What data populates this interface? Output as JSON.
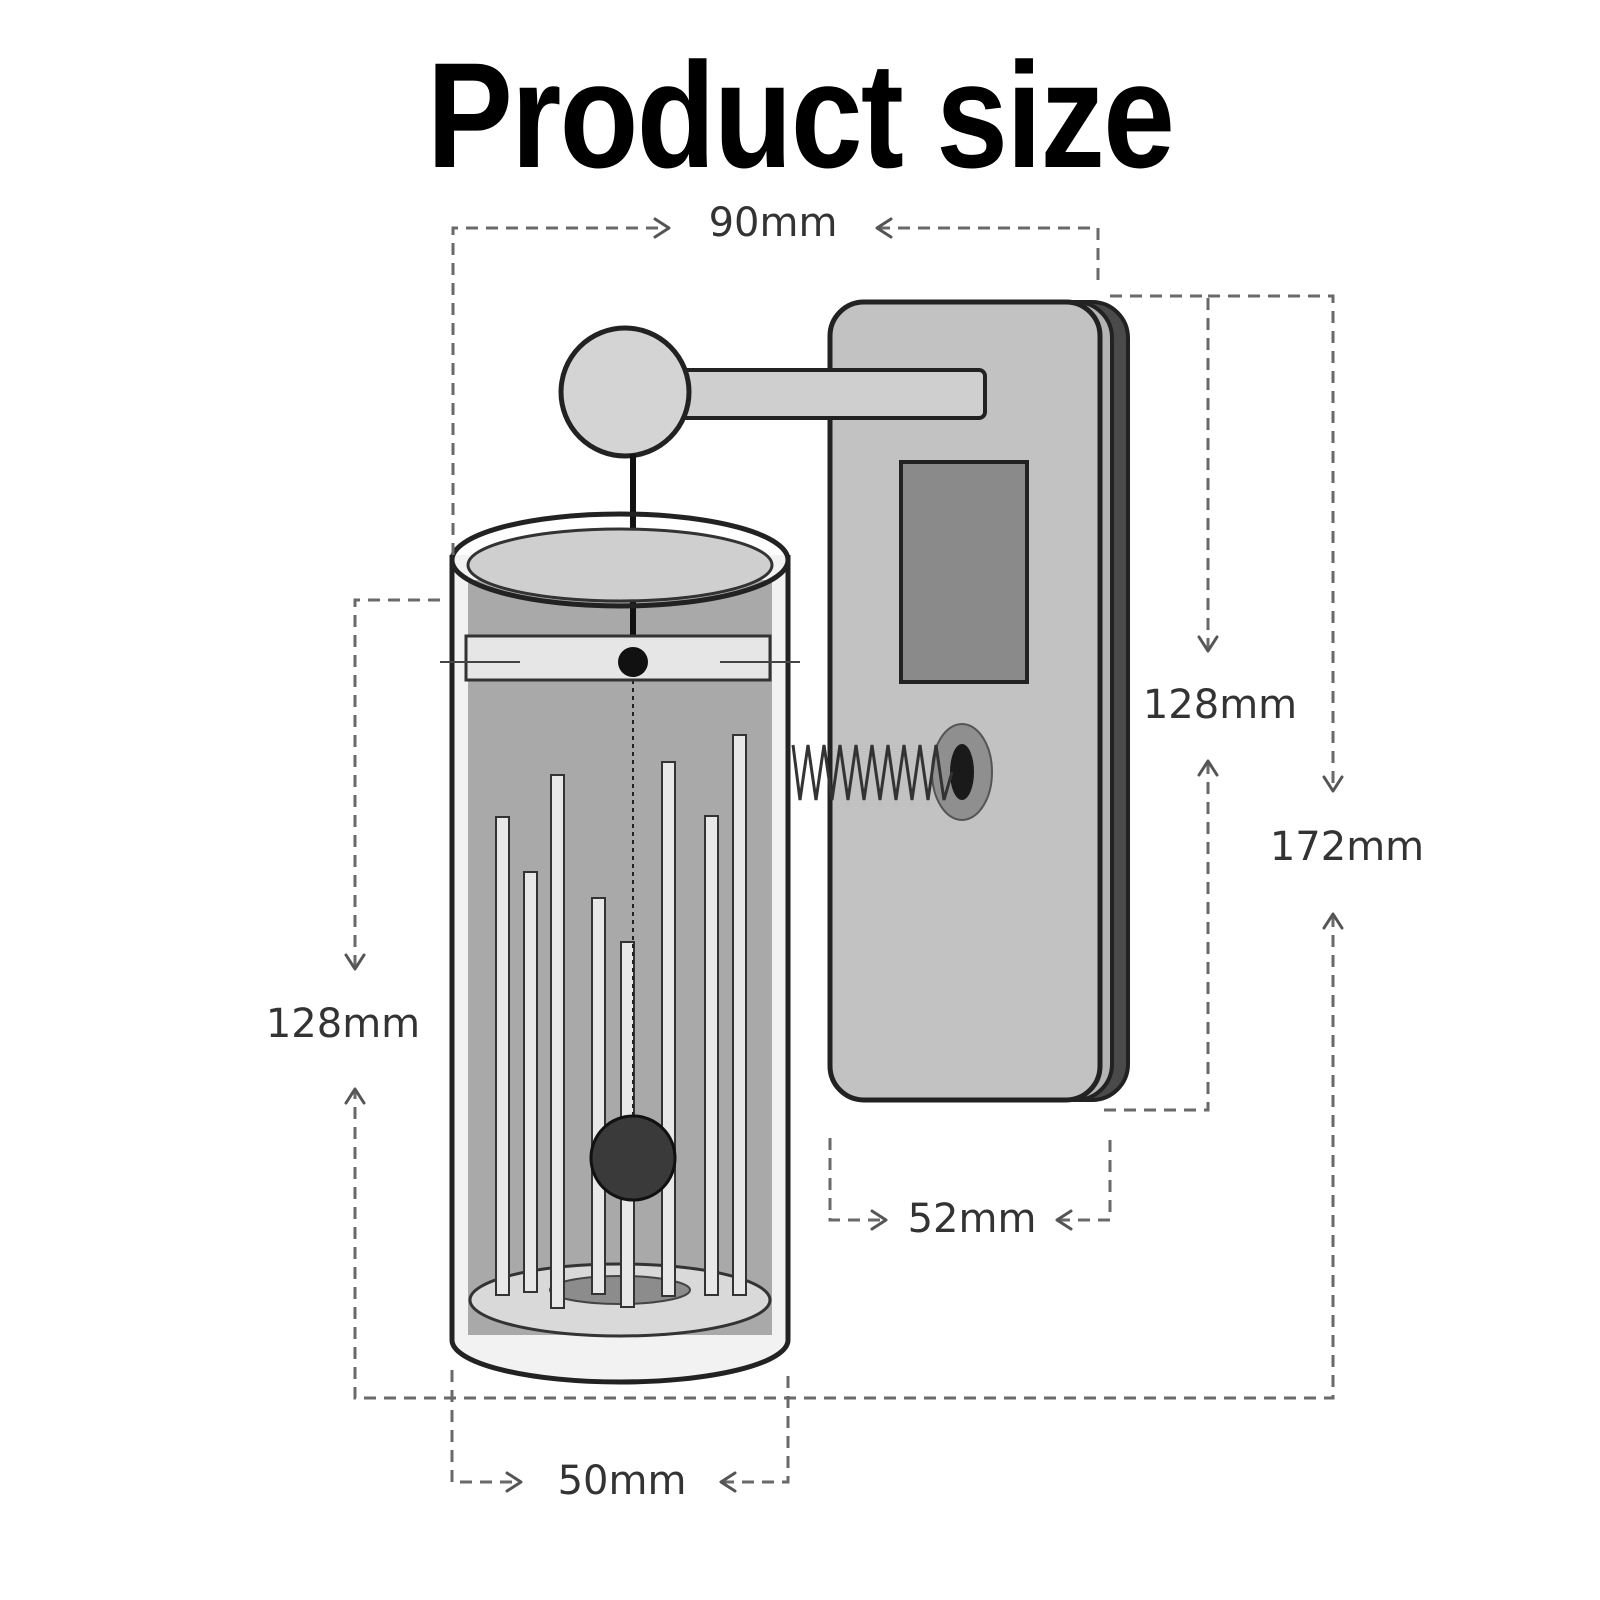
{
  "title": "Product size",
  "dimensions": {
    "top_width": "90mm",
    "tube_height": "128mm",
    "panel_height": "128mm",
    "total_height": "172mm",
    "panel_width": "52mm",
    "tube_width": "50mm"
  },
  "colors": {
    "panel_fill": "#c2c2c2",
    "screen_fill": "#8a8a8a",
    "tube_fill": "#a9a9a9",
    "outline": "#222222",
    "dim_lines": "#6a6a6a"
  }
}
